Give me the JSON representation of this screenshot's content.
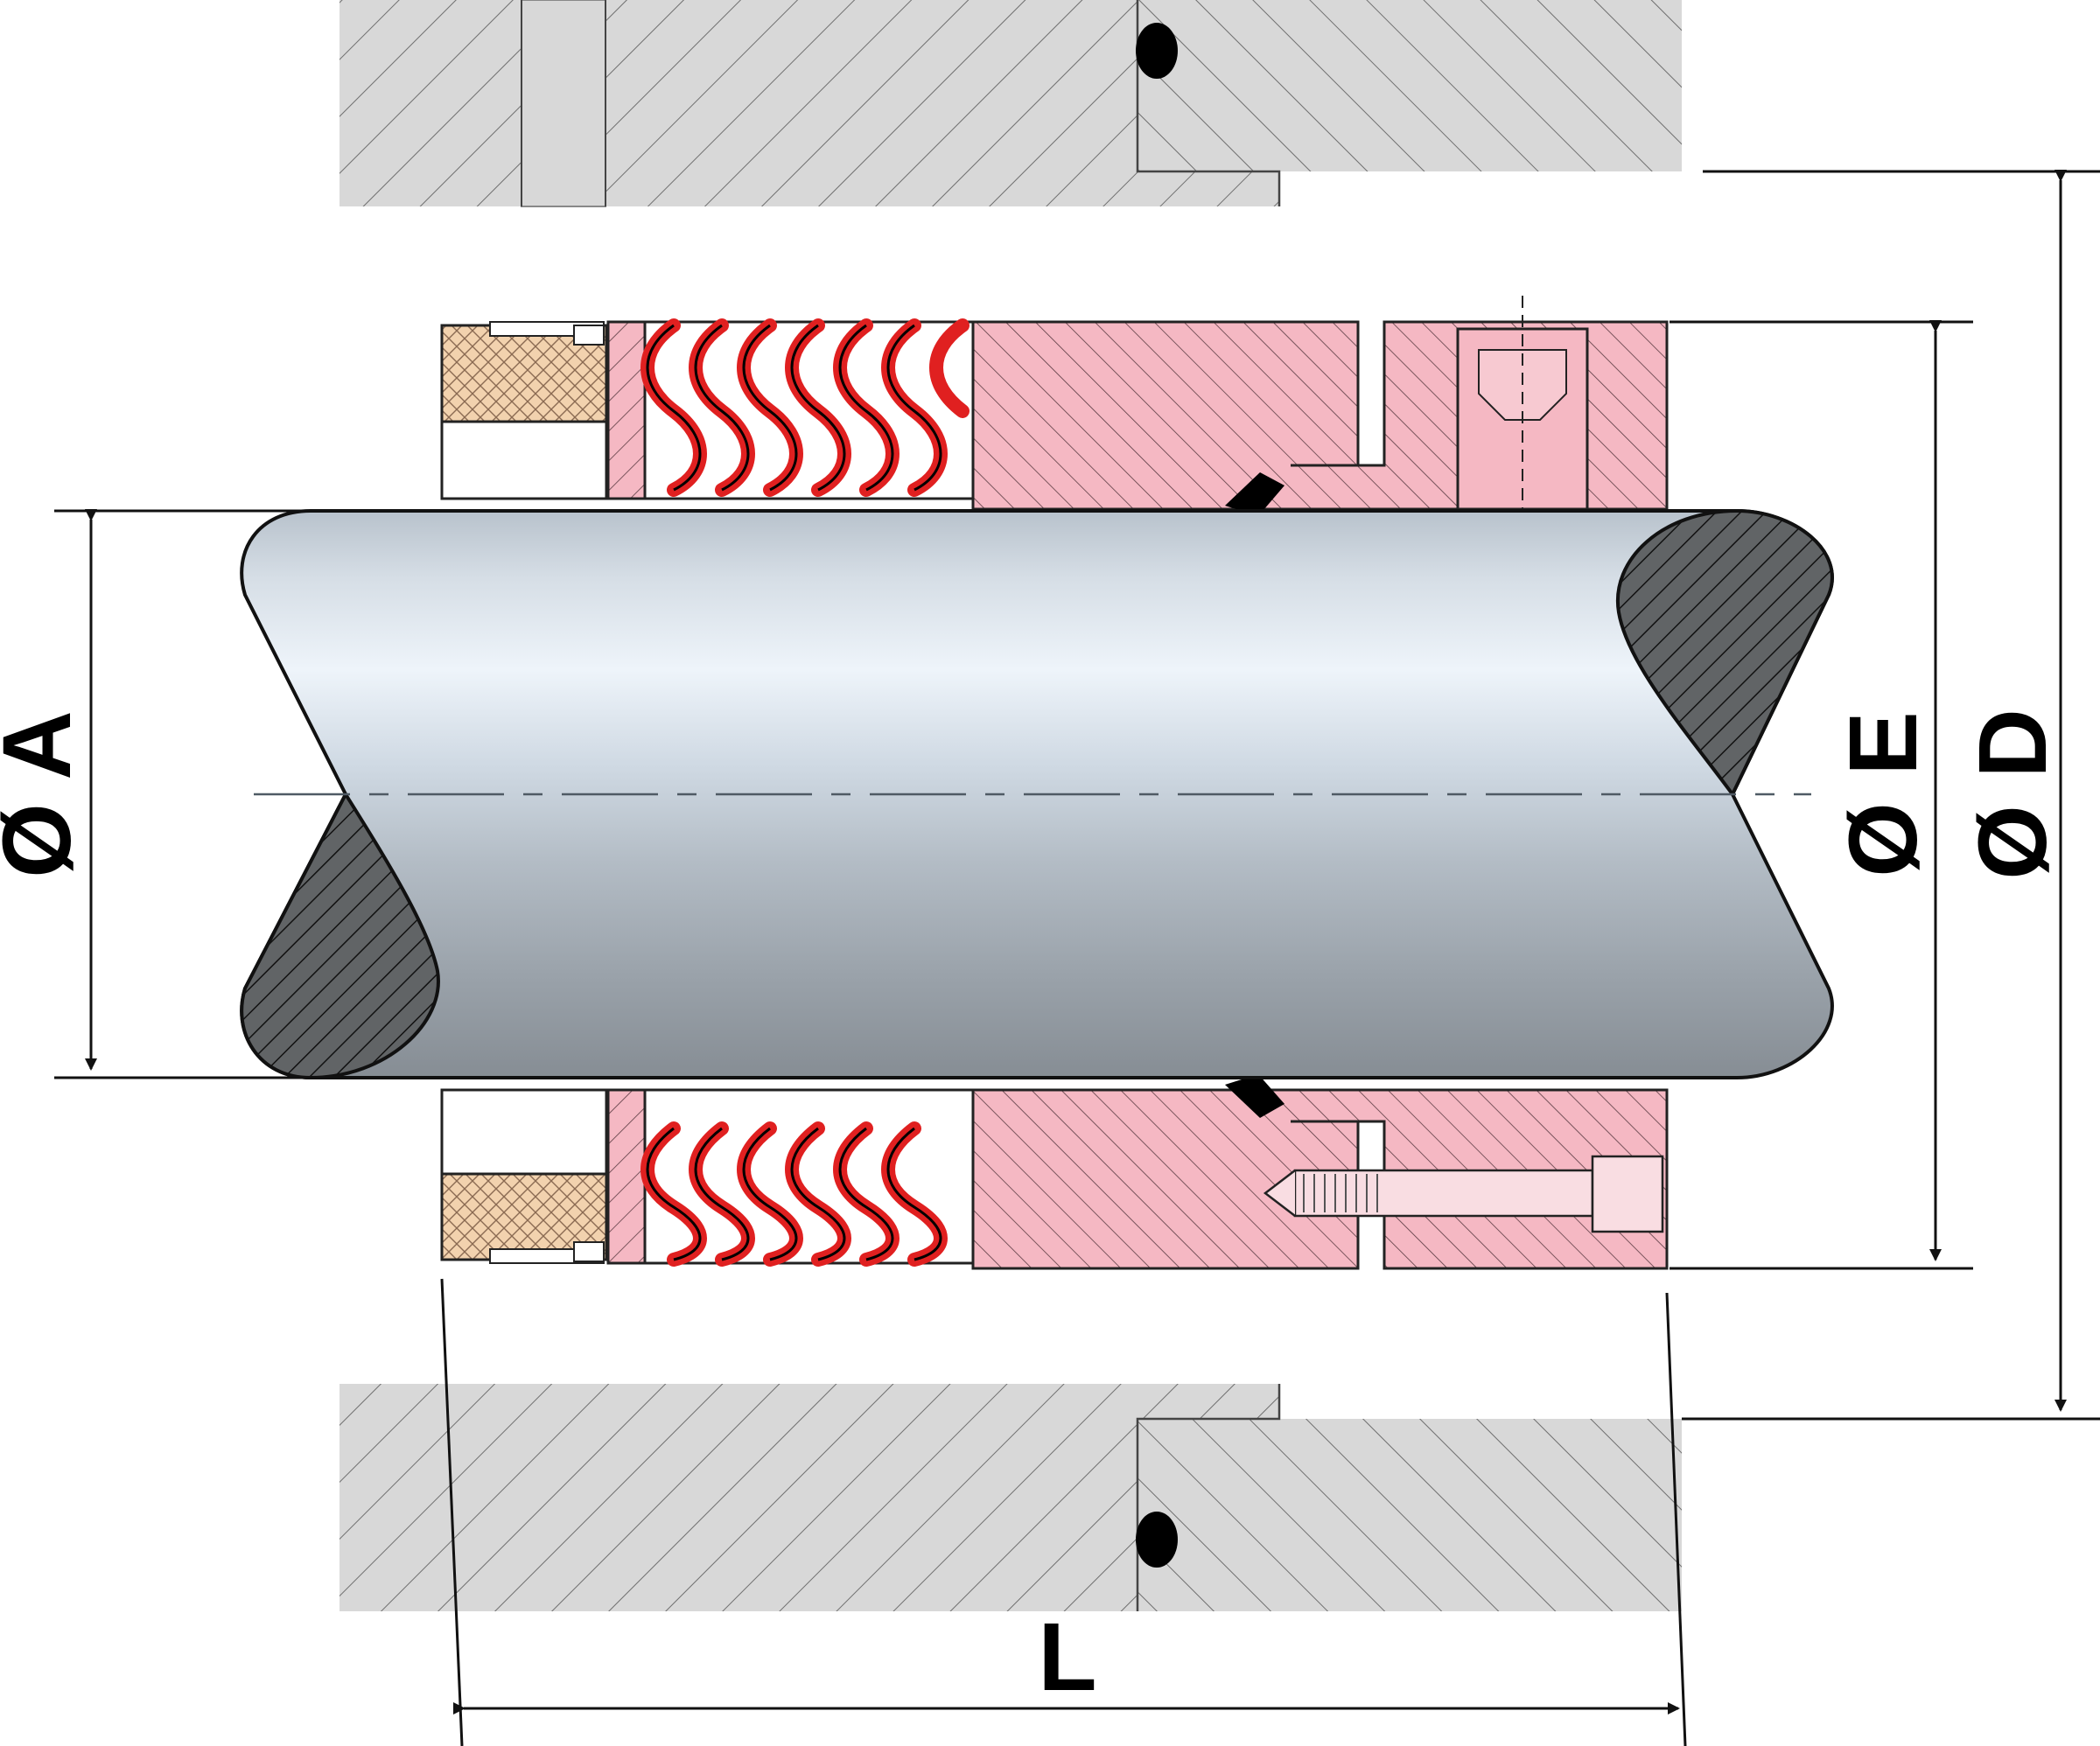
{
  "labels": {
    "dia_a": "Ø A",
    "dia_e": "Ø E",
    "dia_d": "Ø D",
    "length": "L"
  },
  "colors": {
    "housing": "#d8d8d8",
    "seal_body": "#f5b8c3",
    "spring": "#e02020",
    "face_ring": "#f2d2ae",
    "shaft_light": "#e9f1f9",
    "shaft_dark": "#8e969e",
    "shaft_section": "#616466",
    "line": "#111111"
  }
}
